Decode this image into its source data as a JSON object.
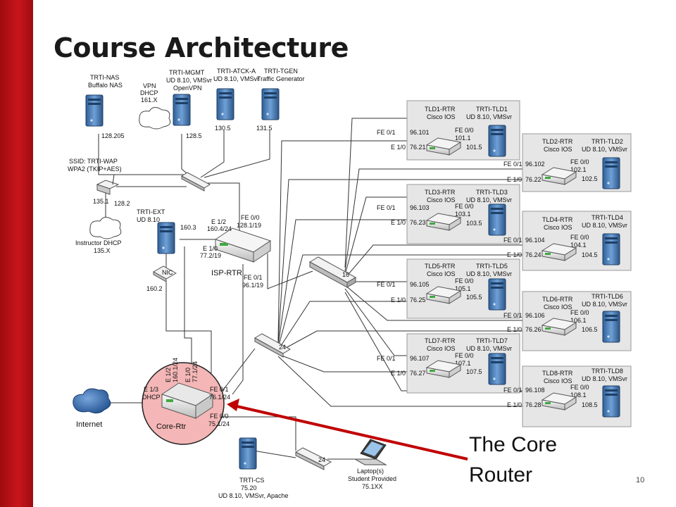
{
  "slide": {
    "title": "Course Architecture",
    "callout_line1": "The Core",
    "callout_line2": "Router",
    "page_number": "10"
  },
  "servers": {
    "nas": {
      "name": "TRTI-NAS",
      "sub": "Buffalo NAS",
      "ip": "128.205"
    },
    "mgmt": {
      "name": "TRTI-MGMT",
      "sub": "UD 8.10, VMSvr",
      "sub2": "OpenVPN",
      "ip": "128.5"
    },
    "atck": {
      "name": "TRTI-ATCK-A",
      "sub": "UD 8.10, VMSvr",
      "ip": "130.5"
    },
    "tgen": {
      "name": "TRTI-TGEN",
      "sub": "Traffic Generator",
      "ip": "131.5"
    },
    "ext": {
      "name": "TRTI-EXT",
      "sub": "UD 8.10",
      "ip": "160.3"
    },
    "cs": {
      "name": "TRTI-CS",
      "sub": "75.20",
      "sub2": "UD 8.10, VMSvr, Apache"
    }
  },
  "vpn": {
    "l1": "VPN",
    "l2": "DHCP",
    "l3": "161.X"
  },
  "wap": {
    "l1": "SSID: TRTI-WAP",
    "l2": "WPA2 (TKIP+AES)",
    "ip_left": "135.1",
    "ip_right": "128.2"
  },
  "instructor_dhcp": {
    "l1": "Instructor DHCP",
    "l2": "135.X"
  },
  "nic": {
    "label": "NIC",
    "ip": "160.2"
  },
  "isp": {
    "name": "ISP-RTR",
    "fe00_a": "FE 0/0",
    "fe00_b": "128.1/19",
    "e12_a": "E 1/2",
    "e12_b": "160.4/24",
    "e10_a": "E 1/0",
    "e10_b": "77.2/19",
    "fe01_a": "FE 0/1",
    "fe01_b": "96.1/19"
  },
  "core": {
    "name": "Core-Rtr",
    "e13_a": "E 1/3",
    "e13_b": "DHCP",
    "e12_a": "E 1/2",
    "e12_b": "160.1/24",
    "e10_a": "E 1/0",
    "e10_b": "77.1/24",
    "fe01_a": "FE 0/1",
    "fe01_b": "76.1/24",
    "fe00_a": "FE 0/0",
    "fe00_b": "75.1/24"
  },
  "internet": {
    "label": "Internet"
  },
  "laptop": {
    "l1": "Laptop(s)",
    "l2": "Student Provided",
    "l3": "75.1XX"
  },
  "switches": {
    "center": "16",
    "lower": "24",
    "laptop": "24"
  },
  "tld_left": [
    {
      "rtr": "TLD1-RTR",
      "ios": "Cisco IOS",
      "srv": "TRTI-TLD1",
      "srv_os": "UD 8.10, VMSvr",
      "fe01": "FE 0/1",
      "fe01_ip": "96.101",
      "e10": "E 1/0",
      "e10_ip": "76.21",
      "fe00": "FE 0/0",
      "fe00_ip": "101.1",
      "srv_ip": "101.5"
    },
    {
      "rtr": "TLD3-RTR",
      "ios": "Cisco IOS",
      "srv": "TRTI-TLD3",
      "srv_os": "UD 8.10, VMSvr",
      "fe01": "FE 0/1",
      "fe01_ip": "96.103",
      "e10": "E 1/0",
      "e10_ip": "76.23",
      "fe00": "FE 0/0",
      "fe00_ip": "103.1",
      "srv_ip": "103.5"
    },
    {
      "rtr": "TLD5-RTR",
      "ios": "Cisco IOS",
      "srv": "TRTI-TLD5",
      "srv_os": "UD 8.10, VMSvr",
      "fe01": "FE 0/1",
      "fe01_ip": "96.105",
      "e10": "E 1/0",
      "e10_ip": "76.25",
      "fe00": "FE 0/0",
      "fe00_ip": "105.1",
      "srv_ip": "105.5"
    },
    {
      "rtr": "TLD7-RTR",
      "ios": "Cisco IOS",
      "srv": "TRTI-TLD7",
      "srv_os": "UD 8.10, VMSvr",
      "fe01": "FE 0/1",
      "fe01_ip": "96.107",
      "e10": "E 1/0",
      "e10_ip": "76.27",
      "fe00": "FE 0/0",
      "fe00_ip": "107.1",
      "srv_ip": "107.5"
    }
  ],
  "tld_right": [
    {
      "rtr": "TLD2-RTR",
      "ios": "Cisco IOS",
      "srv": "TRTI-TLD2",
      "srv_os": "UD 8.10, VMSvr",
      "fe01": "FE 0/1",
      "fe01_ip": "96.102",
      "e10": "E 1/0",
      "e10_ip": "76.22",
      "fe00": "FE 0/0",
      "fe00_ip": "102.1",
      "srv_ip": "102.5"
    },
    {
      "rtr": "TLD4-RTR",
      "ios": "Cisco IOS",
      "srv": "TRTI-TLD4",
      "srv_os": "UD 8.10, VMSvr",
      "fe01": "FE 0/1",
      "fe01_ip": "96.104",
      "e10": "E 1/0",
      "e10_ip": "76.24",
      "fe00": "FE 0/0",
      "fe00_ip": "104.1",
      "srv_ip": "104.5"
    },
    {
      "rtr": "TLD6-RTR",
      "ios": "Cisco IOS",
      "srv": "TRTI-TLD6",
      "srv_os": "UD 8.10, VMSvr",
      "fe01": "FE 0/1",
      "fe01_ip": "96.106",
      "e10": "E 1/0",
      "e10_ip": "76.26",
      "fe00": "FE 0/0",
      "fe00_ip": "106.1",
      "srv_ip": "106.5"
    },
    {
      "rtr": "TLD8-RTR",
      "ios": "Cisco IOS",
      "srv": "TRTI-TLD8",
      "srv_os": "UD 8.10, VMSvr",
      "fe01": "FE 0/1",
      "fe01_ip": "96.108",
      "e10": "E 1/0",
      "e10_ip": "76.28",
      "fe00": "FE 0/0",
      "fe00_ip": "108.1",
      "srv_ip": "108.5"
    }
  ],
  "colors": {
    "accent_red": "#c00000",
    "highlight_fill": "#f4b6b6",
    "tld_box": "#e4e4e4",
    "server": "#4a7fb8"
  }
}
